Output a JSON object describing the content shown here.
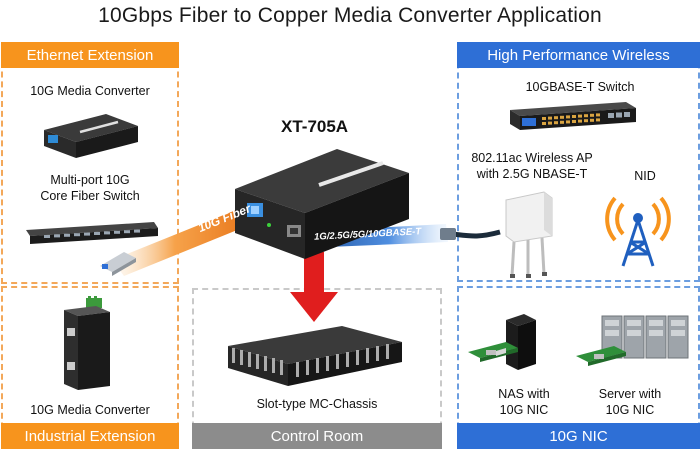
{
  "title": "10Gbps Fiber to Copper Media Converter Application",
  "sections": {
    "ethernet_extension": "Ethernet Extension",
    "industrial_extension": "Industrial Extension",
    "control_room": "Control Room",
    "high_performance_wireless": "High Performance Wireless",
    "nic": "10G NIC"
  },
  "labels": {
    "media_converter_top": "10G Media Converter",
    "core_switch_line1": "Multi-port 10G",
    "core_switch_line2": "Core Fiber Switch",
    "media_converter_bottom": "10G Media Converter",
    "model": "XT-705A",
    "fiber_link": "10G Fiber",
    "copper_link": "1G/2.5G/5G/10GBASE-T",
    "chassis": "Slot-type MC-Chassis",
    "switch_10gbase_t": "10GBASE-T Switch",
    "ap_line1": "802.11ac Wireless AP",
    "ap_line2": "with 2.5G NBASE-T",
    "nid": "NID",
    "nas_line1": "NAS with",
    "nas_line2": "10G NIC",
    "server_line1": "Server with",
    "server_line2": "10G NIC"
  },
  "colors": {
    "orange": "#f7941d",
    "blue": "#2e6fd6",
    "gray": "#8c8c8c",
    "arrow_red": "#e01e1e"
  }
}
